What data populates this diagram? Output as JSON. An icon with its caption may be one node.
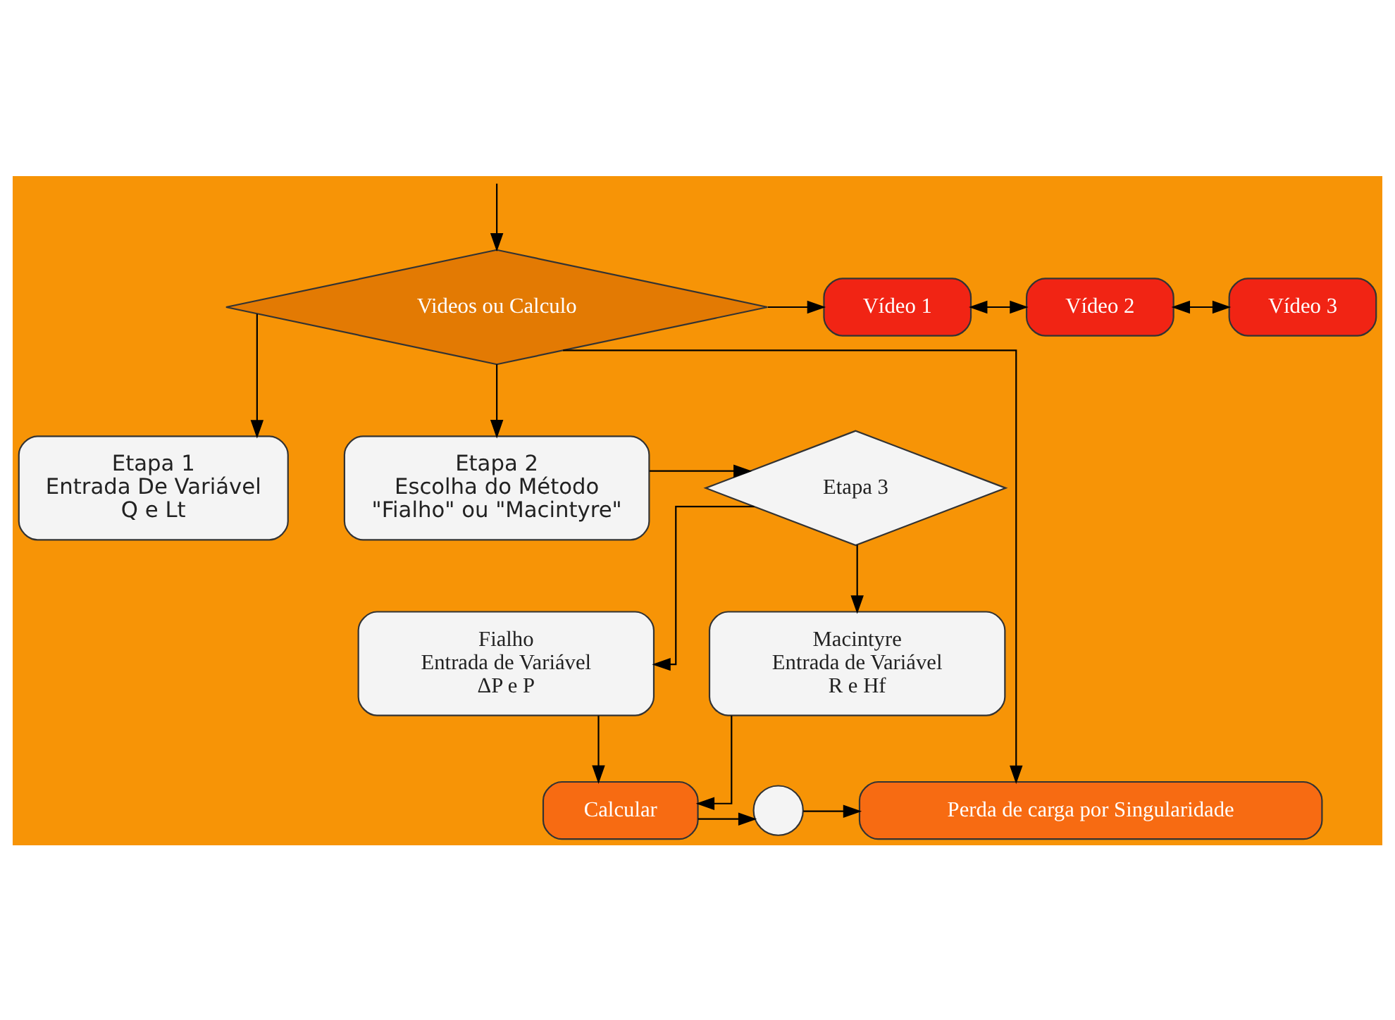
{
  "diagram": {
    "nodes": [
      {
        "text": [
          "Videos ou Calculo"
        ]
      },
      {
        "text": [
          "Vídeo 1"
        ]
      },
      {
        "text": [
          "Vídeo 2"
        ]
      },
      {
        "text": [
          "Vídeo 3"
        ]
      },
      {
        "text": [
          "Etapa 1",
          "Entrada De Variável",
          "Q e Lt"
        ]
      },
      {
        "text": [
          "Etapa 2",
          "Escolha do Método",
          "\"Fialho\" ou \"Macintyre\""
        ]
      },
      {
        "text": [
          "Etapa 3"
        ]
      },
      {
        "text": [
          "Fialho",
          "Entrada de Variável",
          "ΔP e P"
        ]
      },
      {
        "text": [
          "Macintyre",
          "Entrada de Variável",
          "R e Hf"
        ]
      },
      {
        "text": [
          "Calcular"
        ]
      },
      {
        "text": [],
        "shape": "circle"
      },
      {
        "text": [
          "Perda de carga por Singularidade"
        ]
      }
    ],
    "edges": [
      {
        "from": null,
        "to": 0,
        "arrow": "to"
      },
      {
        "from": 0,
        "to": 1,
        "arrow": "to"
      },
      {
        "from": 1,
        "to": 2,
        "arrow": "both"
      },
      {
        "from": 2,
        "to": 3,
        "arrow": "both"
      },
      {
        "from": 0,
        "to": 4,
        "arrow": "to"
      },
      {
        "from": 0,
        "to": 5,
        "arrow": "to"
      },
      {
        "from": 5,
        "to": 6,
        "arrow": "to"
      },
      {
        "from": 6,
        "to": 7,
        "arrow": "to"
      },
      {
        "from": 6,
        "to": 8,
        "arrow": "to"
      },
      {
        "from": 7,
        "to": 9,
        "arrow": "to"
      },
      {
        "from": 8,
        "to": 9,
        "arrow": "to"
      },
      {
        "from": 9,
        "to": 10,
        "arrow": "to"
      },
      {
        "from": 10,
        "to": 11,
        "arrow": "to"
      },
      {
        "from": 0,
        "to": 11,
        "arrow": "to"
      }
    ]
  }
}
